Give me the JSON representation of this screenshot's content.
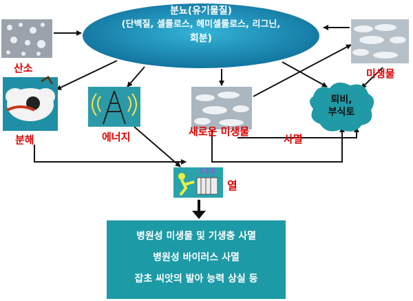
{
  "center": {
    "line1": "분뇨(유기물질)",
    "line2": "(단백질, 셀룰로스, 헤미셀룰로스, 리그닌,",
    "line3": "회분)"
  },
  "labels": {
    "oxygen": "산소",
    "microbes": "미생물",
    "decomposition": "분해",
    "energy": "에너지",
    "new_microbes": "새로운 미생물",
    "compost": "퇴비,\n부식토",
    "death": "사멸",
    "heat": "열"
  },
  "results": [
    "병원성 미생물 및 기생충 사멸",
    "병원성 바이러스 사멸",
    "잡초 씨앗의 발아 능력 상실 등"
  ],
  "colors": {
    "ellipse": "#1a8fb0",
    "box": "#1c9aa6",
    "label_red": "#e00000",
    "arrow": "#111111"
  }
}
